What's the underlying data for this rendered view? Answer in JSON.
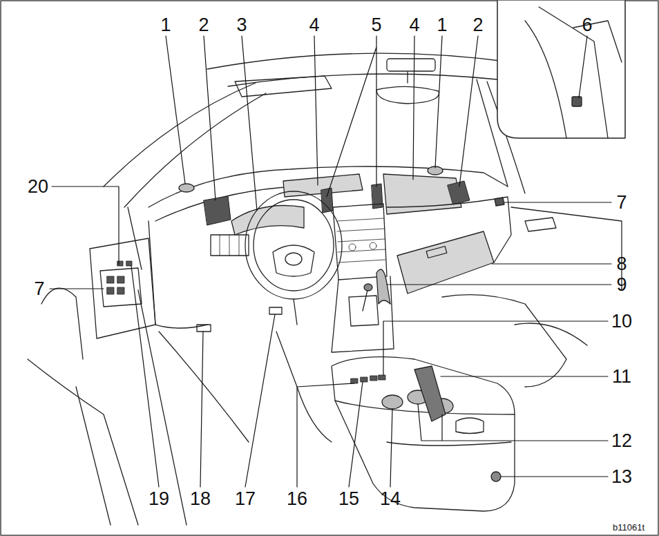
{
  "diagram": {
    "labels": [
      "1",
      "2",
      "3",
      "4",
      "5",
      "4",
      "1",
      "2",
      "6",
      "20",
      "7",
      "8",
      "9",
      "7",
      "10",
      "11",
      "12",
      "13",
      "19",
      "18",
      "17",
      "16",
      "15",
      "14",
      "b11061t"
    ]
  }
}
